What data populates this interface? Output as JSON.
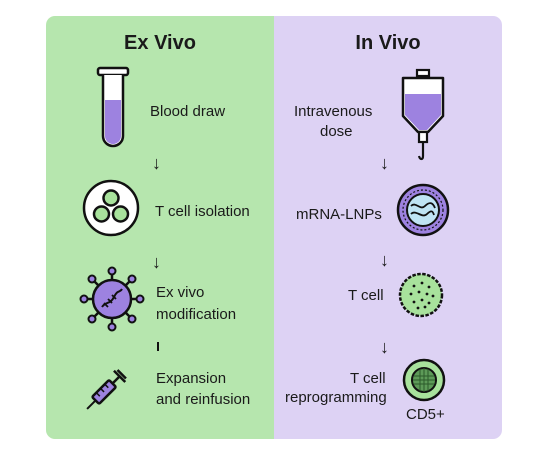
{
  "ex_vivo": {
    "title": "Ex Vivo",
    "steps": [
      {
        "label": "Blood draw",
        "icon": "test-tube-icon"
      },
      {
        "label": "T cell isolation",
        "icon": "cell-culture-dish-icon"
      },
      {
        "label_line1": "Ex vivo",
        "label_line2": "modification",
        "icon": "modified-cell-icon"
      },
      {
        "label_line1": "Expansion",
        "label_line2": "and reinfusion",
        "icon": "syringe-icon"
      }
    ],
    "arrow": "↓"
  },
  "in_vivo": {
    "title": "In Vivo",
    "steps": [
      {
        "label_line1": "Intravenous",
        "label_line2": "dose",
        "icon": "iv-bag-icon"
      },
      {
        "label": "mRNA-LNPs",
        "icon": "lipid-nanoparticle-icon"
      },
      {
        "label": "T cell",
        "icon": "t-cell-icon"
      },
      {
        "label_line1": "T cell",
        "label_line2": "reprogramming",
        "icon": "reprogrammed-cell-icon",
        "badge": "CD5+"
      }
    ],
    "arrow": "↓"
  },
  "colors": {
    "left_panel": "#b6e6ae",
    "right_panel": "#ddd2f4",
    "purple": "#9d82e0",
    "green": "#a8e29c"
  }
}
